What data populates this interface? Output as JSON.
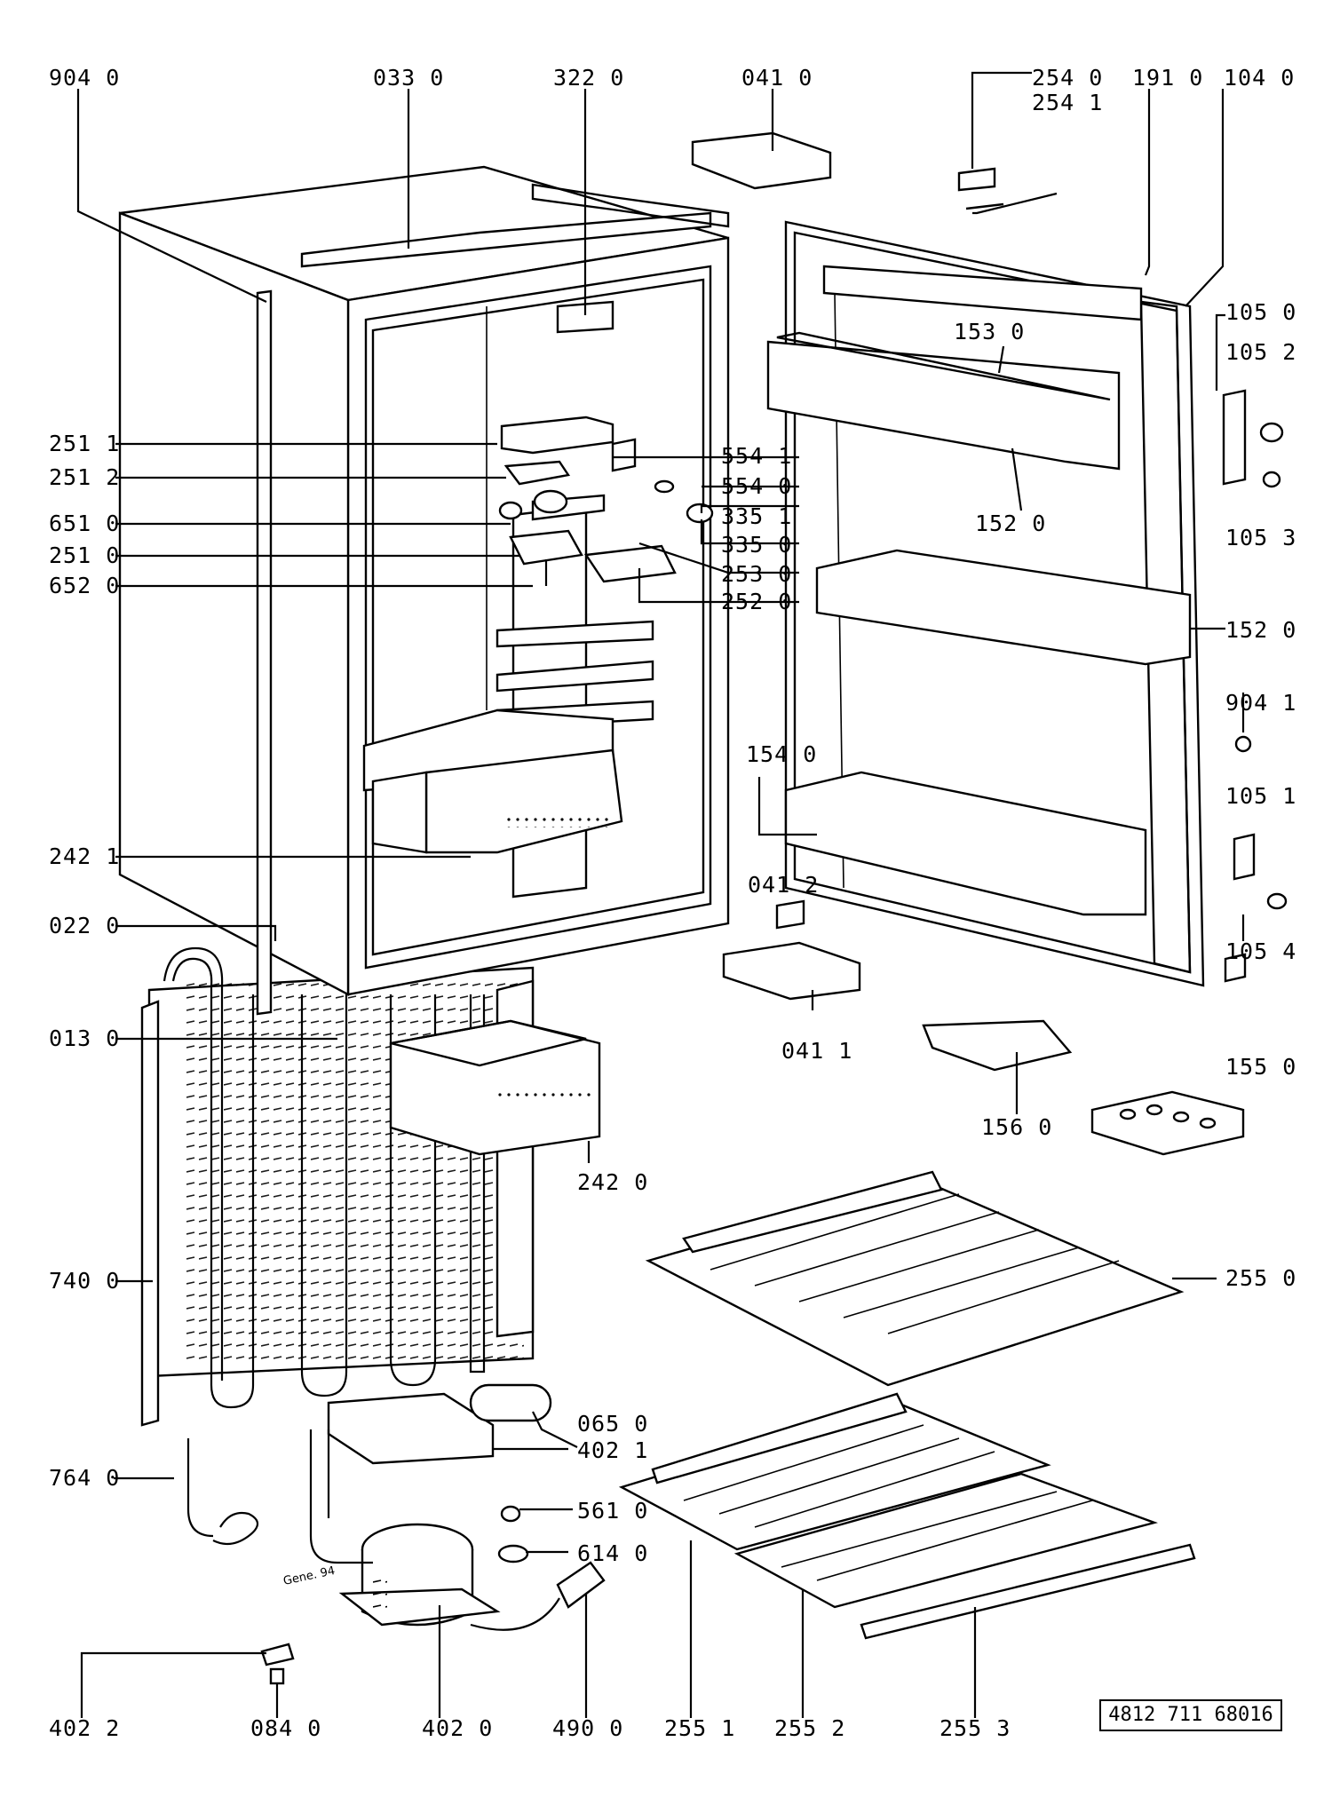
{
  "document_number": "4812 711 68016",
  "handwritten_note": "Gene. 94",
  "part_labels": {
    "p9040": "904 0",
    "p0330": "033 0",
    "p3220": "322 0",
    "p0410": "041 0",
    "p2540": "254 0",
    "p2541": "254 1",
    "p1910": "191 0",
    "p1040": "104 0",
    "p1050": "105 0",
    "p1052": "105 2",
    "p1530": "153 0",
    "p2511": "251 1",
    "p5541": "554 1",
    "p2512": "251 2",
    "p5540": "554 0",
    "p1053": "105 3",
    "p6510": "651 0",
    "p3351": "335 1",
    "p1520a": "152 0",
    "p3350": "335 0",
    "p2510": "251 0",
    "p2530": "253 0",
    "p6520": "652 0",
    "p2520": "252 0",
    "p1520b": "152 0",
    "p9041": "904 1",
    "p1540": "154 0",
    "p1051": "105 1",
    "p2421": "242 1",
    "p0412": "041 2",
    "p0220": "022 0",
    "p1054": "105 4",
    "p0130": "013 0",
    "p0411": "041 1",
    "p1550": "155 0",
    "p1560": "156 0",
    "p2420": "242 0",
    "p7400": "740 0",
    "p2550": "255 0",
    "p0650": "065 0",
    "p4021": "402 1",
    "p7640": "764 0",
    "p5610": "561 0",
    "p6140": "614 0",
    "p4022": "402 2",
    "p0840": "084 0",
    "p4020": "402 0",
    "p4900": "490 0",
    "p2551": "255 1",
    "p2552": "255 2",
    "p2553": "255 3"
  }
}
